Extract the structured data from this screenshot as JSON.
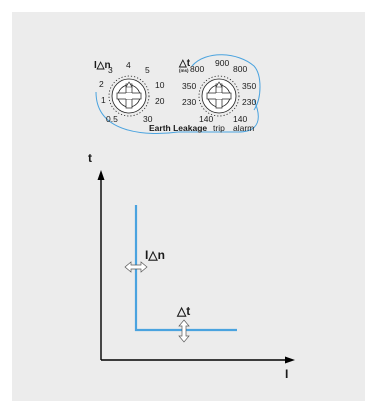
{
  "dial_left": {
    "title": "I△n",
    "scale": [
      "0.5",
      "1",
      "2",
      "3",
      "4",
      "5",
      "10",
      "20",
      "30"
    ]
  },
  "dial_right": {
    "title": "△t",
    "unit": "(ms)",
    "scale_inner": [
      "140",
      "230",
      "350",
      "800"
    ],
    "scale_outer": [
      "900",
      "800",
      "350",
      "230",
      "140"
    ]
  },
  "device_label": "Earth Leakage",
  "trip_label": "trip",
  "alarm_label": "alarm",
  "graph": {
    "y_axis": "t",
    "x_axis": "I",
    "current_marker": "I△n",
    "time_marker": "△t"
  },
  "colors": {
    "background": "#ececec",
    "curve": "#4aa3df",
    "outline": "#3a8fc9",
    "axis": "#000000"
  }
}
